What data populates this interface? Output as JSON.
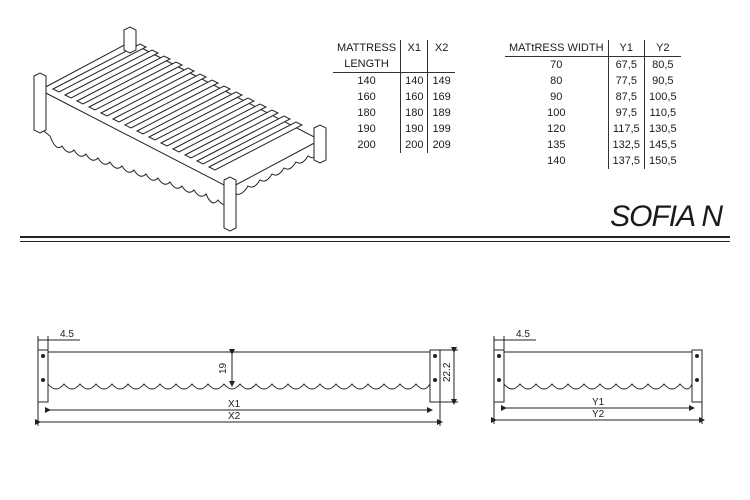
{
  "length_table": {
    "headers": [
      "MATTRESS LENGTH",
      "X1",
      "X2"
    ],
    "header_line1": "MATTRESS",
    "header_line2": "LENGTH",
    "rows": [
      [
        "140",
        "140",
        "149"
      ],
      [
        "160",
        "160",
        "169"
      ],
      [
        "180",
        "180",
        "189"
      ],
      [
        "190",
        "190",
        "199"
      ],
      [
        "200",
        "200",
        "209"
      ]
    ]
  },
  "width_table": {
    "headers": [
      "MATtRESS WIDTH",
      "Y1",
      "Y2"
    ],
    "rows": [
      [
        "70",
        "67,5",
        "80,5"
      ],
      [
        "80",
        "77,5",
        "90,5"
      ],
      [
        "90",
        "87,5",
        "100,5"
      ],
      [
        "100",
        "97,5",
        "110,5"
      ],
      [
        "120",
        "117,5",
        "130,5"
      ],
      [
        "135",
        "132,5",
        "145,5"
      ],
      [
        "140",
        "137,5",
        "150,5"
      ]
    ]
  },
  "product_title": "SOFIA N",
  "long_side": {
    "post_width": "4.5",
    "inner_height": "19",
    "total_height": "22.2",
    "inner_label": "X1",
    "outer_label": "X2"
  },
  "short_side": {
    "post_width": "4.5",
    "inner_label": "Y1",
    "outer_label": "Y2"
  }
}
